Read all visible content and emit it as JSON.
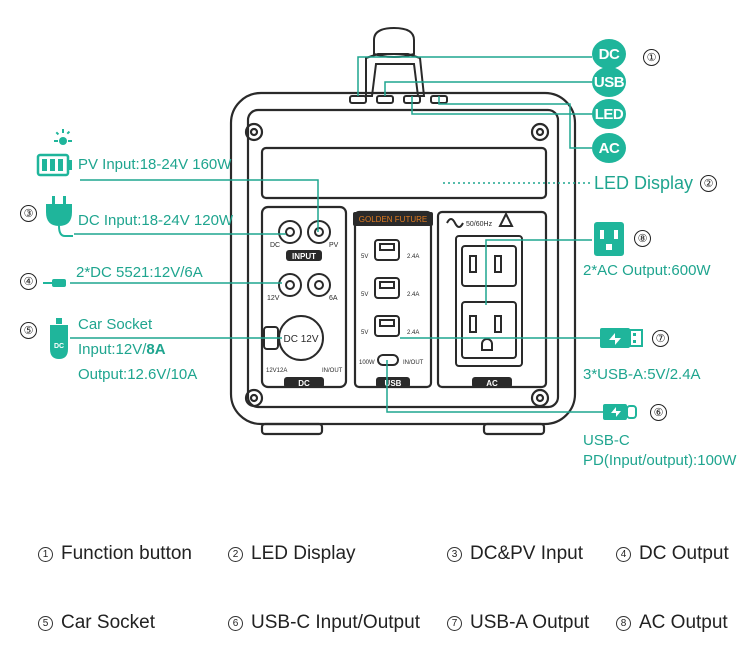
{
  "colors": {
    "accent": "#1fb59b",
    "line": "#1fa58f",
    "device": "#2a2a2a",
    "display_text": "#e07a1f"
  },
  "device": {
    "brand_display": "GOLDEN FUTURE",
    "input_panel_label": "INPUT",
    "dc_panel_label": "DC",
    "usb_panel_label": "USB",
    "ac_panel_label": "AC",
    "port_dc": "DC",
    "port_pv": "PV",
    "port_12v": "12V",
    "port_6a": "6A",
    "car_socket": "DC 12V",
    "car_12v12a": "12V12A",
    "car_inout": "IN/OUT",
    "usb_5v": "5V",
    "usb_24a": "2.4A",
    "usbc_100w": "100W",
    "usbc_inout": "IN/OUT",
    "ac_freq": "50/60Hz"
  },
  "callouts": {
    "pill_dc": "DC",
    "pill_usb": "USB",
    "pill_led": "LED",
    "pill_ac": "AC",
    "num_1": "①",
    "num_2": "②",
    "num_3": "③",
    "num_4": "④",
    "num_5": "⑤",
    "num_6": "⑥",
    "num_7": "⑦",
    "num_8": "⑧",
    "led_display": "LED Display",
    "pv_input": "PV Input:18-24V 160W",
    "dc_input": "DC Input:18-24V 120W",
    "dc_output": "2*DC 5521:12V/6A",
    "car_socket_title": "Car Socket",
    "car_socket_input_a": "Input:12V/",
    "car_socket_input_b": "8A",
    "car_socket_output": "Output:12.6V/10A",
    "ac_output": "2*AC Output:600W",
    "usb_a": "3*USB-A:5V/2.4A",
    "usb_c_title": "USB-C",
    "usb_c_desc": "PD(Input/output):100W",
    "dc_icon_text": "DC"
  },
  "legend": [
    {
      "num": "①",
      "label": "Function button"
    },
    {
      "num": "②",
      "label": "LED Display"
    },
    {
      "num": "③",
      "label": "DC&PV Input"
    },
    {
      "num": "④",
      "label": "DC Output"
    },
    {
      "num": "⑤",
      "label": "Car Socket"
    },
    {
      "num": "⑥",
      "label": "USB-C Input/Output"
    },
    {
      "num": "⑦",
      "label": "USB-A Output"
    },
    {
      "num": "⑧",
      "label": "AC Output"
    }
  ]
}
